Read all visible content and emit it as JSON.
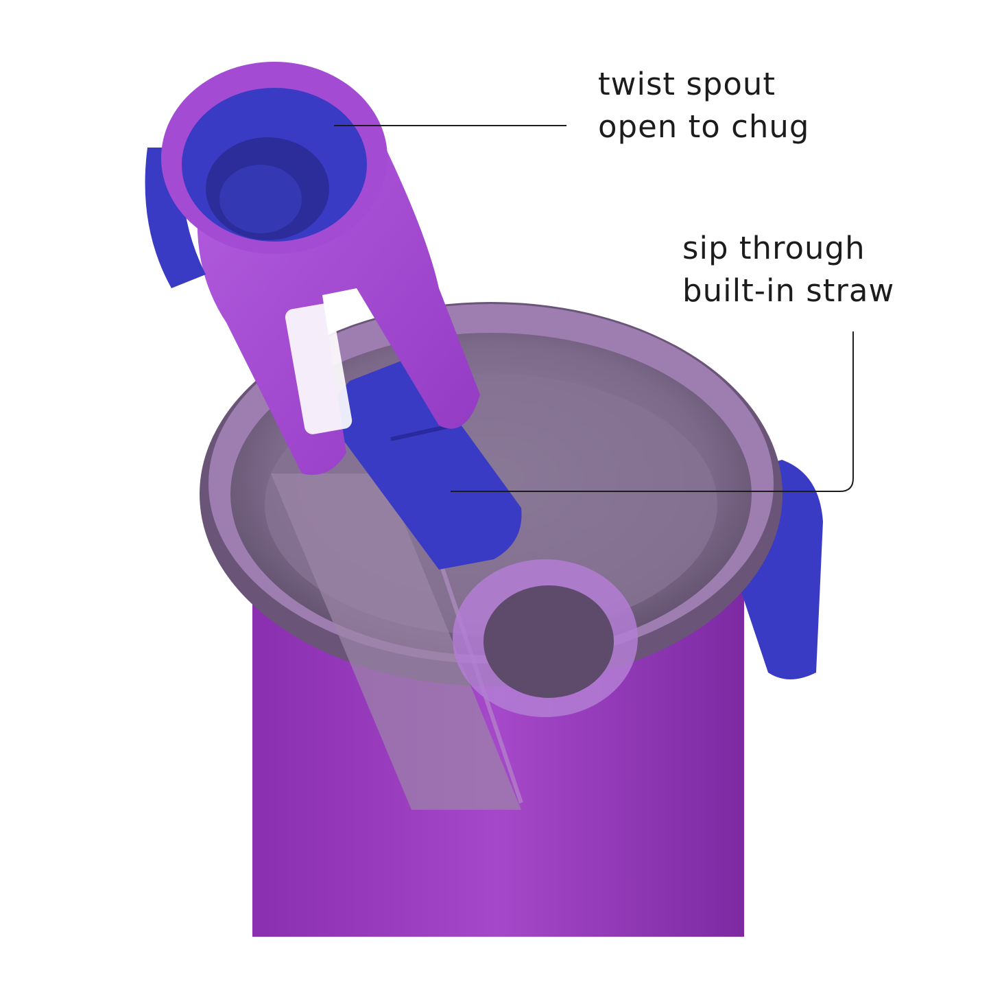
{
  "colors": {
    "background": "#ffffff",
    "bottle_body": "#9b3fc0",
    "lid_tint": "#8d7597",
    "cap_purple": "#a34bd3",
    "accent_blue": "#3a3bc4",
    "label_text": "#1c1c1c",
    "leader_line": "#1c1c1c"
  },
  "callouts": [
    {
      "line1": "twist spout",
      "line2": "open to chug"
    },
    {
      "line1": "sip through",
      "line2": "built-in straw"
    }
  ]
}
